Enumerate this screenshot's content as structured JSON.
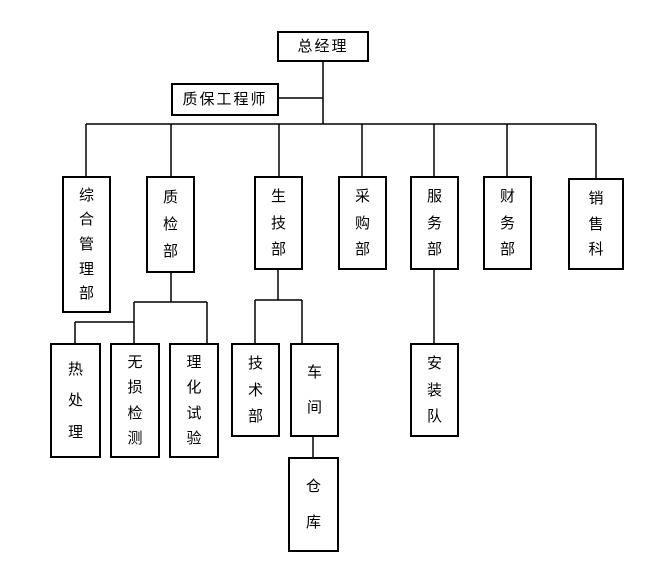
{
  "diagram": {
    "type": "organization-chart",
    "background_color": "#ffffff",
    "line_color": "#000000",
    "nodes": {
      "general_manager": "总经理",
      "qa_engineer": "质保工程师",
      "general_admin_dept": "综合管理部",
      "quality_inspection_dept": "质检部",
      "production_tech_dept": "生技部",
      "purchasing_dept": "采购部",
      "service_dept": "服务部",
      "finance_dept": "财务部",
      "sales_section": "销售科",
      "heat_treatment": "热处理",
      "ndt": "无损检测",
      "physchem_test": "理化试验",
      "technical_dept": "技术部",
      "workshop": "车间",
      "installation_team": "安装队",
      "warehouse": "仓库"
    },
    "edges": [
      {
        "from": "general_manager",
        "to": "qa_engineer",
        "style": "staff-side-link"
      },
      {
        "from": "general_manager",
        "to": "general_admin_dept"
      },
      {
        "from": "general_manager",
        "to": "quality_inspection_dept"
      },
      {
        "from": "general_manager",
        "to": "production_tech_dept"
      },
      {
        "from": "general_manager",
        "to": "purchasing_dept"
      },
      {
        "from": "general_manager",
        "to": "service_dept"
      },
      {
        "from": "general_manager",
        "to": "finance_dept"
      },
      {
        "from": "general_manager",
        "to": "sales_section"
      },
      {
        "from": "quality_inspection_dept",
        "to": "heat_treatment"
      },
      {
        "from": "quality_inspection_dept",
        "to": "ndt"
      },
      {
        "from": "quality_inspection_dept",
        "to": "physchem_test"
      },
      {
        "from": "production_tech_dept",
        "to": "technical_dept"
      },
      {
        "from": "production_tech_dept",
        "to": "workshop"
      },
      {
        "from": "service_dept",
        "to": "installation_team"
      },
      {
        "from": "workshop",
        "to": "warehouse"
      }
    ]
  }
}
